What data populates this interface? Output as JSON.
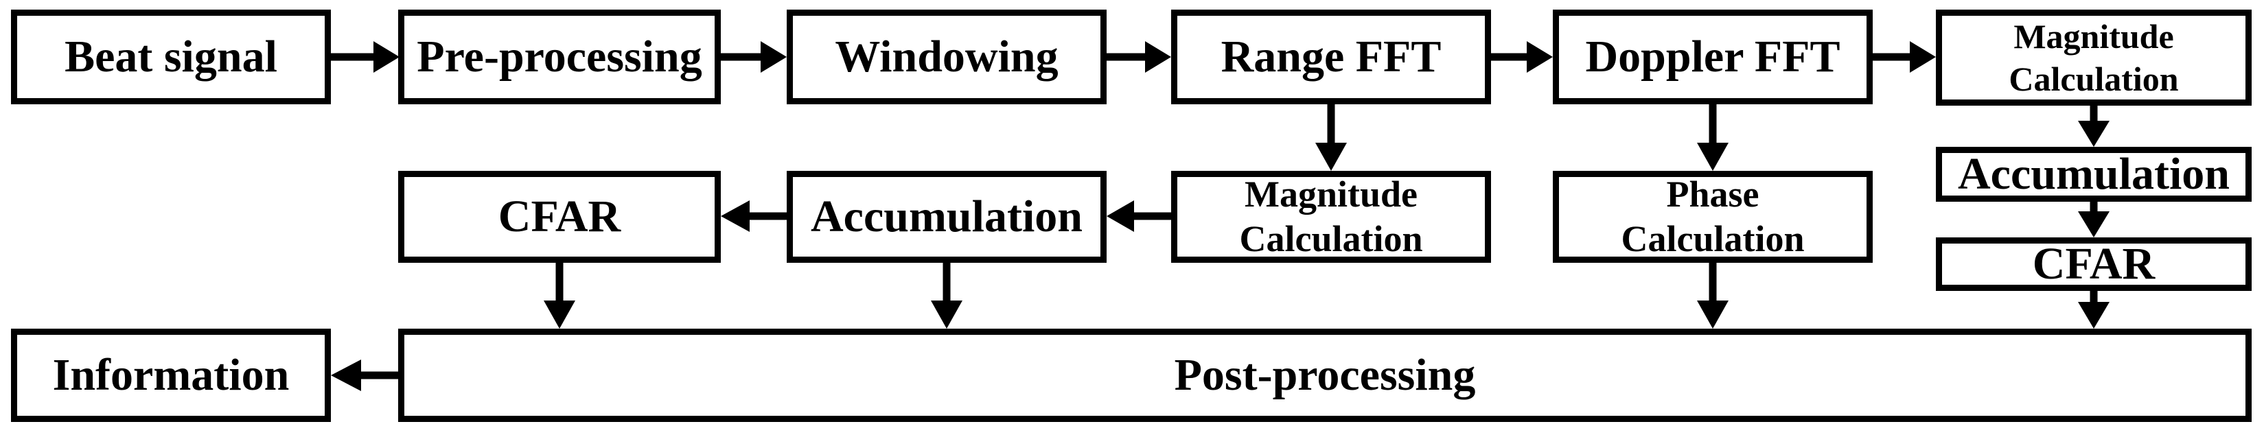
{
  "diagram": {
    "type": "flowchart",
    "colors": {
      "line": "#000000",
      "box_fill": "#ffffff",
      "background": "#ffffff",
      "text": "#000000"
    }
  },
  "boxes": {
    "beat_signal": {
      "label": "Beat signal"
    },
    "pre_processing": {
      "label": "Pre-processing"
    },
    "windowing": {
      "label": "Windowing"
    },
    "range_fft": {
      "label": "Range FFT"
    },
    "doppler_fft": {
      "label": "Doppler FFT"
    },
    "magnitude_calculation_top": {
      "label": "Magnitude\nCalculation"
    },
    "accumulation_right": {
      "label": "Accumulation"
    },
    "cfar_right": {
      "label": "CFAR"
    },
    "cfar_mid": {
      "label": "CFAR"
    },
    "accumulation_mid": {
      "label": "Accumulation"
    },
    "magnitude_calculation_mid": {
      "label": "Magnitude\nCalculation"
    },
    "phase_calculation": {
      "label": "Phase\nCalculation"
    },
    "information": {
      "label": "Information"
    },
    "post_processing": {
      "label": "Post-processing"
    }
  },
  "edges": [
    {
      "from": "beat_signal",
      "to": "pre_processing"
    },
    {
      "from": "pre_processing",
      "to": "windowing"
    },
    {
      "from": "windowing",
      "to": "range_fft"
    },
    {
      "from": "range_fft",
      "to": "doppler_fft"
    },
    {
      "from": "doppler_fft",
      "to": "magnitude_calculation_top"
    },
    {
      "from": "magnitude_calculation_top",
      "to": "accumulation_right"
    },
    {
      "from": "accumulation_right",
      "to": "cfar_right"
    },
    {
      "from": "cfar_right",
      "to": "post_processing"
    },
    {
      "from": "range_fft",
      "to": "magnitude_calculation_mid"
    },
    {
      "from": "magnitude_calculation_mid",
      "to": "accumulation_mid"
    },
    {
      "from": "accumulation_mid",
      "to": "cfar_mid"
    },
    {
      "from": "cfar_mid",
      "to": "post_processing"
    },
    {
      "from": "accumulation_mid",
      "to": "post_processing"
    },
    {
      "from": "doppler_fft",
      "to": "phase_calculation"
    },
    {
      "from": "phase_calculation",
      "to": "post_processing"
    },
    {
      "from": "post_processing",
      "to": "information"
    }
  ]
}
